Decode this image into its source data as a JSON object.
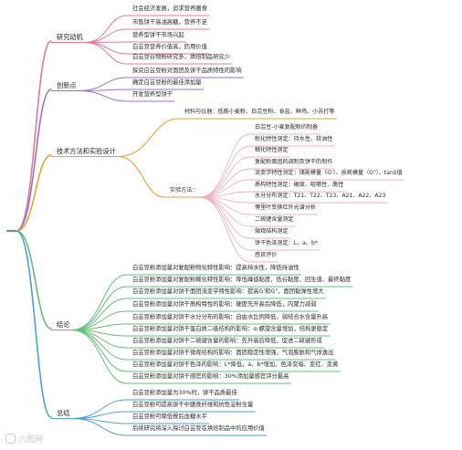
{
  "mindmap": {
    "branches": [
      {
        "id": "b1",
        "label": "研究动机",
        "children": [
          "社会经济发展，追求营养膳食",
          "市售饼干高油高糖，营养不足",
          "营养型饼干市场兴起",
          "白芸豆营养价值高，药用价值",
          "白芸豆谷物粉研究多，烘焙制品研究少"
        ]
      },
      {
        "id": "b2",
        "label": "创新点",
        "children": [
          "探究白芸豆粉对面团及饼干品质特性的影响",
          "确定白芸豆粉的最佳添加量",
          "开发营养型饼干"
        ]
      },
      {
        "id": "b3",
        "label": "技术方法和实验设计",
        "children": [
          {
            "label": "材料与仪器：低筋小麦粉、白芸豆粉、食盐、鲜鸡、小苏打等",
            "children": []
          },
          {
            "label": "实验方法：",
            "children": [
              "白芸豆-小麦复配粉的制备",
              "粉化特性测定：持水性、持油性",
              "糊化特性测定",
              "复配粉面团的调制及饼干的制作",
              "流变学特性测定：储能模量（G'）、损耗模量（G\"）、tanδ值",
              "质构特性测定：硬度、咀嚼性、脆性",
              "水分分布测定：T21、T22、T23、A21、A22、A23",
              "傅里叶变换红外光谱分析",
              "二硫键含量测定",
              "微观结构测定",
              "饼干色泽测定：L、a、b*",
              "感官评价"
            ]
          }
        ]
      },
      {
        "id": "b4",
        "label": "结论",
        "children": [
          "白芸豆粉添加量对复配粉物化特性影响：提高持水性，降低持油性",
          "白芸豆粉添加量对复配粉糊化特性影响：降低峰值黏度、低谷黏度、回生值、最终黏度",
          "白芸豆粉添加量对饼干面团流变学特性影响：提高G'和G\"，面团黏弹性增大",
          "白芸豆粉添加量对饼干质构特性的影响：硬度先升高后降低，内聚力减弱",
          "白芸豆粉添加量对饼干水分分布的影响：自由水比例降低，弱结合水含量升高",
          "白芸豆粉添加量对饼干蛋白质二级结构的影响：α-螺旋含量增加，结构更稳定",
          "白芸豆粉添加量对饼干二硫键含量的影响：先升高后降低，促进二硫键形成",
          "白芸豆粉添加量对饼干微观结构的影响：面团稳定性增强，气泡膨胀和气体逸出",
          "白芸豆粉添加量对饼干色泽的影响：L*降低，a、b*增加，色泽变暗、变红、变黄",
          "白芸豆粉添加量对饼干感官的影响：30%添加量感官评分最高"
        ]
      },
      {
        "id": "b5",
        "label": "总结",
        "children": [
          "白芸豆粉添加量为30%时，饼干品质最佳",
          "白芸豆粉可提高饼干中膳食纤维和抗性淀粉含量",
          "白芸豆粉可降低餐后血糖水平",
          "后续研究将深入探讨白芸豆在烘焙制品中的应用价值"
        ]
      }
    ]
  },
  "watermark": {
    "text": "六图网"
  },
  "colors": {
    "b1": "#e07b91",
    "b2": "#9c72c9",
    "b3": "#e6a03c",
    "b4": "#63c07a",
    "b5": "#4f9fd9",
    "b3sub": "#f0b2c3",
    "root": "#7a8a9a"
  }
}
